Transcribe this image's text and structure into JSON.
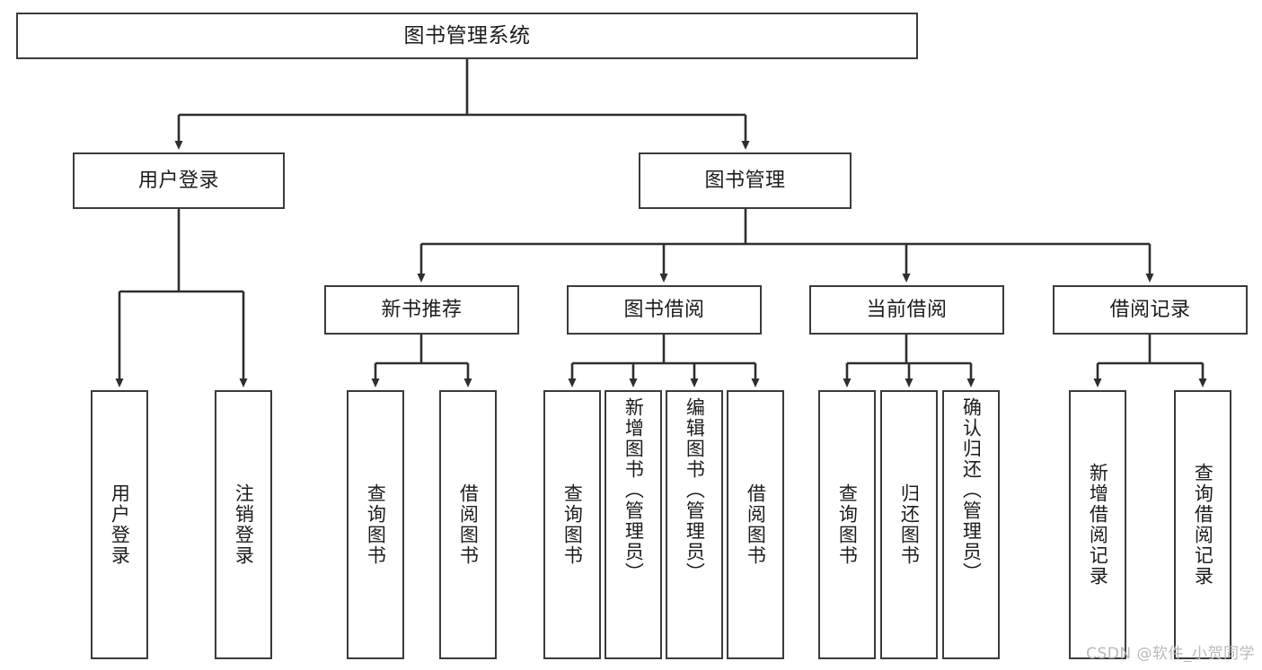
{
  "diagram": {
    "title": "图书管理系统",
    "type": "tree-hierarchy",
    "root": "图书管理系统",
    "level2": [
      {
        "id": "user-login",
        "label": "用户登录"
      },
      {
        "id": "book-management",
        "label": "图书管理"
      }
    ],
    "level3": [
      {
        "id": "new-book-recommend",
        "label": "新书推荐",
        "parent": "book-management"
      },
      {
        "id": "book-borrow",
        "label": "图书借阅",
        "parent": "book-management"
      },
      {
        "id": "current-borrow",
        "label": "当前借阅",
        "parent": "book-management"
      },
      {
        "id": "borrow-record",
        "label": "借阅记录",
        "parent": "book-management"
      }
    ],
    "leaves": {
      "user_login": [
        {
          "id": "leaf-user-login",
          "label": "用户登录"
        },
        {
          "id": "leaf-user-logout",
          "label": "注销登录"
        }
      ],
      "new_book_recommend": [
        {
          "id": "leaf-query-book-1",
          "label": "查询图书"
        },
        {
          "id": "leaf-borrow-book-1",
          "label": "借阅图书"
        }
      ],
      "book_borrow": [
        {
          "id": "leaf-query-book-2",
          "label": "查询图书"
        },
        {
          "id": "leaf-add-book",
          "label": "新增图书（管理员）"
        },
        {
          "id": "leaf-edit-book",
          "label": "编辑图书（管理员）"
        },
        {
          "id": "leaf-borrow-book-2",
          "label": "借阅图书"
        }
      ],
      "current_borrow": [
        {
          "id": "leaf-query-book-3",
          "label": "查询图书"
        },
        {
          "id": "leaf-return-book",
          "label": "归还图书"
        },
        {
          "id": "leaf-confirm-return",
          "label": "确认归还（管理员）"
        }
      ],
      "borrow_record": [
        {
          "id": "leaf-add-record",
          "label": "新增借阅记录"
        },
        {
          "id": "leaf-query-record",
          "label": "查询借阅记录"
        }
      ]
    },
    "colors": {
      "border": "#3b3b3b",
      "fill": "#ffffff",
      "text": "#1c1c1c",
      "watermark": "#b9b9b9"
    }
  },
  "watermark": {
    "text": "CSDN @软件_小贺同学"
  }
}
